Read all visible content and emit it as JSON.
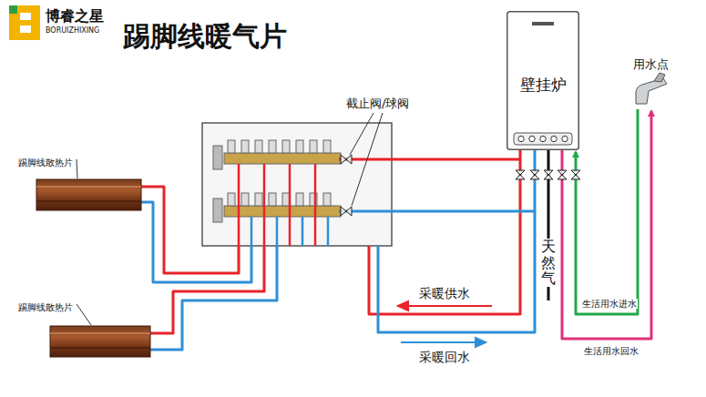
{
  "diagram": {
    "title": "踢脚线暖气片",
    "nodes": [
      {
        "text": [
          "踢脚线散热片"
        ]
      },
      {
        "text": [
          "踢脚线散热片"
        ]
      },
      {
        "text": [
          "壁挂炉"
        ]
      },
      {
        "text": [
          "用水点"
        ]
      }
    ],
    "edges": [
      {
        "from": 3,
        "to": 2,
        "arrow": "to",
        "label": "生活用水进水"
      },
      {
        "from": 2,
        "to": 3,
        "arrow": "to",
        "label": "生活用水回水"
      }
    ],
    "labels": [
      "博睿之星",
      "BORUIZHIXING",
      "截止阀/球阀",
      "天然气",
      "采暖供水",
      "采暖回水"
    ]
  }
}
